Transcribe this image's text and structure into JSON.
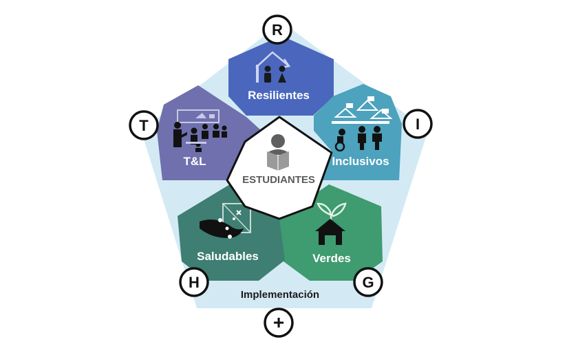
{
  "center": {
    "label": "ESTUDIANTES",
    "icon": "student-reading-icon"
  },
  "segments": {
    "resilientes": {
      "label": "Resilientes",
      "color": "#4a67bd",
      "icon": "family-house-icon"
    },
    "inclusivos": {
      "label": "Inclusivos",
      "color": "#4da2bd",
      "icon": "people-inclusion-icon"
    },
    "verdes": {
      "label": "Verdes",
      "color": "#3f9b70",
      "icon": "green-house-icon"
    },
    "saludables": {
      "label": "Saludables",
      "color": "#3f7e72",
      "icon": "hand-washing-icon"
    },
    "tl": {
      "label": "T&L",
      "color": "#6f70ad",
      "icon": "teacher-classroom-icon"
    }
  },
  "implementation": {
    "label": "Implementación"
  },
  "badges": {
    "r": "R",
    "i": "I",
    "g": "G",
    "h": "H",
    "t": "T",
    "plus": "+"
  },
  "colors": {
    "outer": "#d3eaf4",
    "center_fill": "#ffffff",
    "outline": "#111111"
  }
}
